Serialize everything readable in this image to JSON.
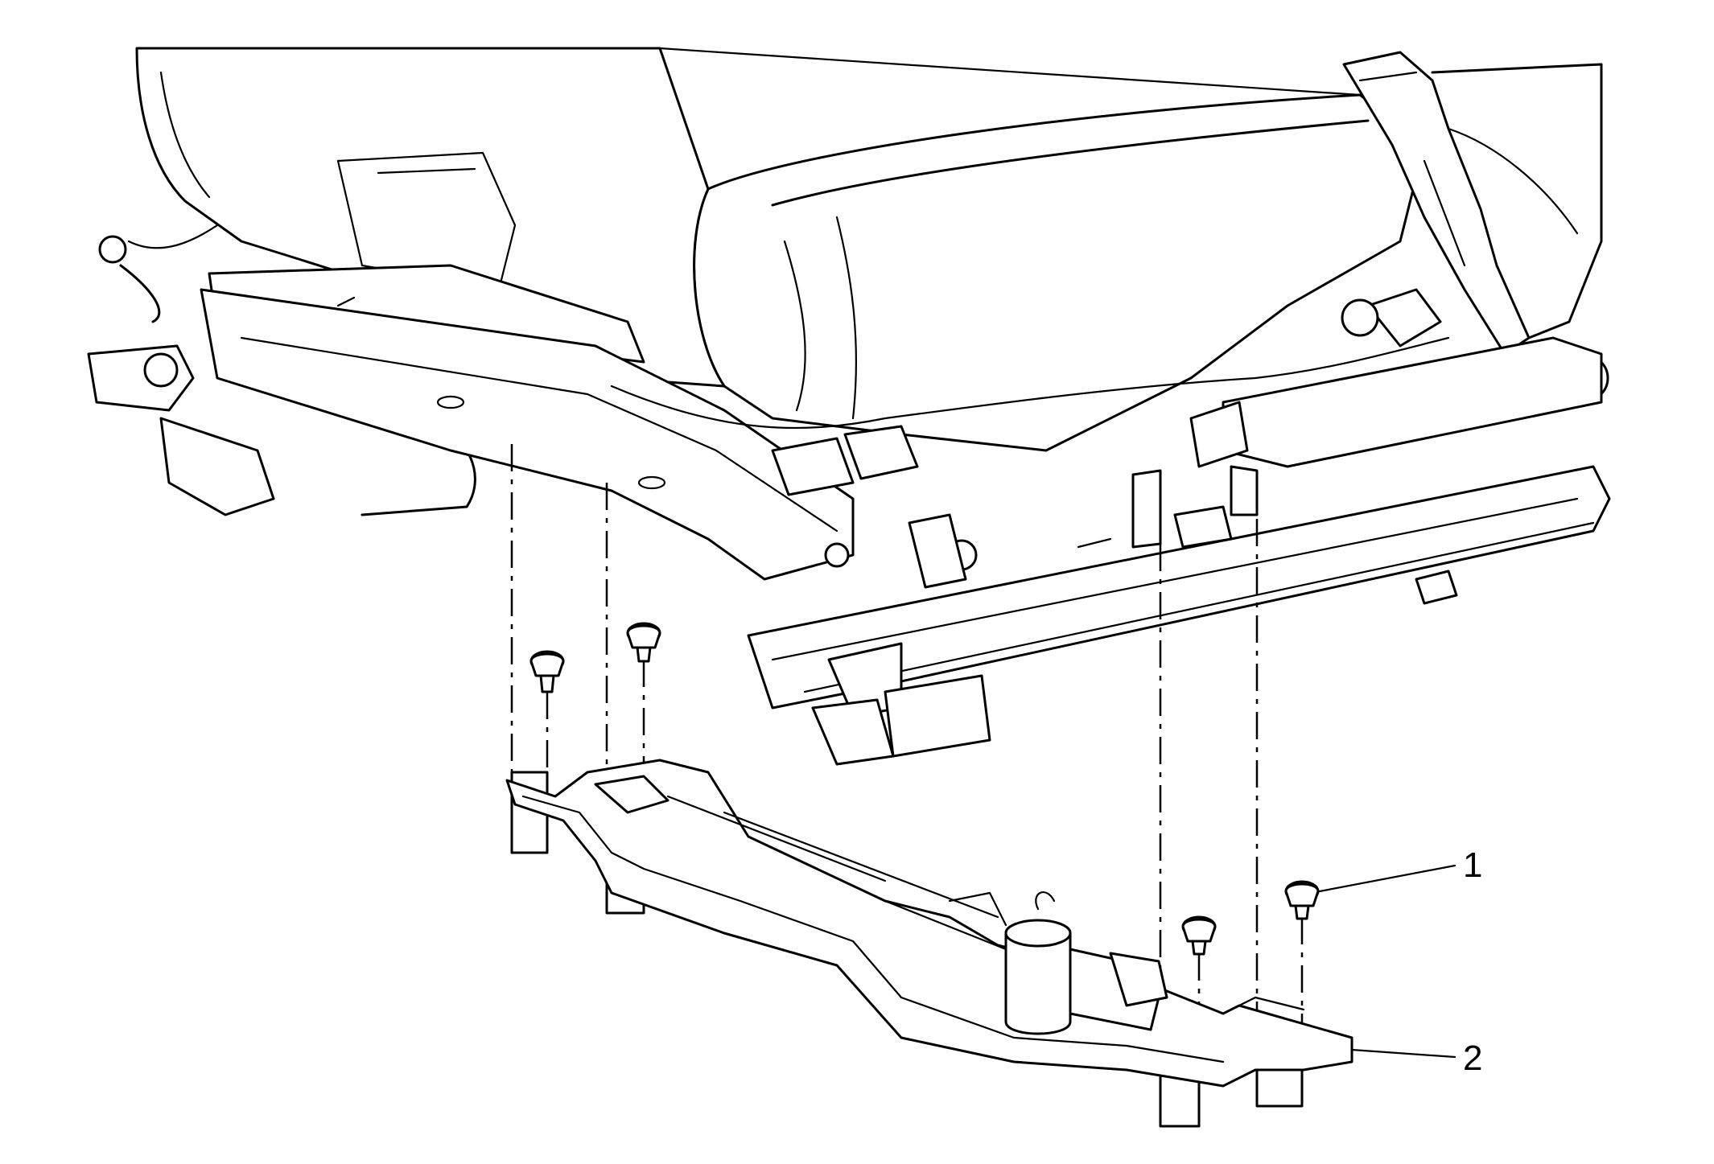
{
  "callouts": [
    {
      "id": "1",
      "label": "1",
      "part": "fastener"
    },
    {
      "id": "2",
      "label": "2",
      "part": "module-bracket"
    }
  ],
  "colors": {
    "line": "#000000",
    "background": "#ffffff"
  }
}
